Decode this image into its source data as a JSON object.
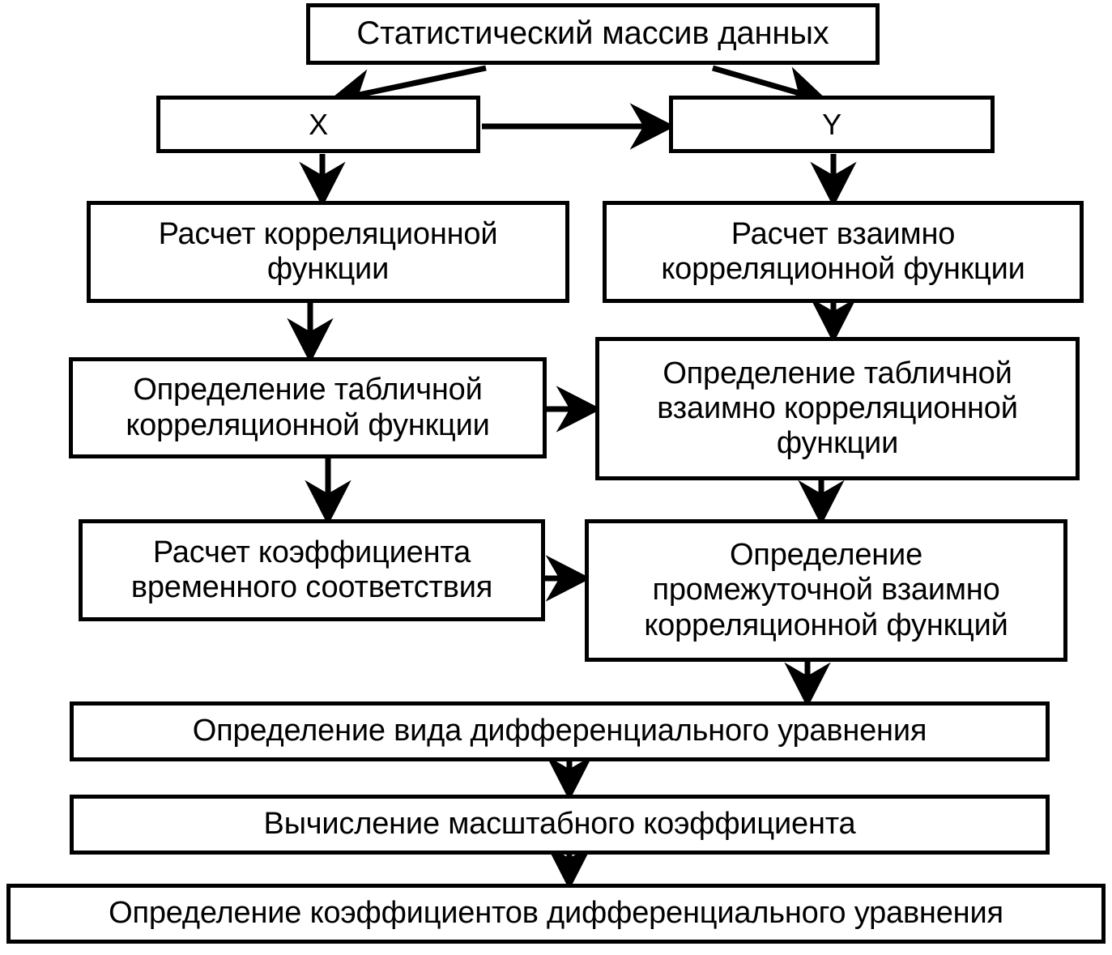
{
  "diagram": {
    "title": "Блок-схема обработки статистического массива данных",
    "language": "ru",
    "stroke_color": "#000000",
    "fill_color": "#ffffff",
    "nodes": {
      "root": "Статистический массив данных",
      "x": "X",
      "y": "Y",
      "left_1": "Расчет корреляционной\nфункции",
      "right_1": "Расчет взаимно\nкорреляционной функции",
      "left_2": "Определение табличной\nкорреляционной функции",
      "right_2": "Определение табличной\nвзаимно  корреляционной\nфункции",
      "left_3": "Расчет коэффициента\nвременного соответствия",
      "right_3": "Определение\nпромежуточной взаимно\nкорреляционной функций",
      "wide_1": "Определение вида дифференциального уравнения",
      "wide_2": "Вычисление масштабного коэффициента",
      "wide_3": "Определение коэффициентов дифференциального уравнения"
    },
    "edges": [
      {
        "from": "root",
        "to": "x",
        "style": "diagonal-arrow"
      },
      {
        "from": "root",
        "to": "y",
        "style": "diagonal-arrow"
      },
      {
        "from": "x",
        "to": "y",
        "style": "horizontal-arrow"
      },
      {
        "from": "x",
        "to": "left_1",
        "style": "vertical-arrow"
      },
      {
        "from": "y",
        "to": "right_1",
        "style": "vertical-arrow"
      },
      {
        "from": "left_1",
        "to": "left_2",
        "style": "vertical-arrow"
      },
      {
        "from": "right_1",
        "to": "right_2",
        "style": "vertical-arrow"
      },
      {
        "from": "left_2",
        "to": "right_2",
        "style": "horizontal-arrow"
      },
      {
        "from": "left_2",
        "to": "left_3",
        "style": "vertical-arrow"
      },
      {
        "from": "right_2",
        "to": "right_3",
        "style": "vertical-arrow"
      },
      {
        "from": "left_3",
        "to": "right_3",
        "style": "horizontal-arrow"
      },
      {
        "from": "right_3",
        "to": "wide_1",
        "style": "vertical-arrow"
      },
      {
        "from": "wide_1",
        "to": "wide_2",
        "style": "vertical-arrow"
      },
      {
        "from": "wide_2",
        "to": "wide_3",
        "style": "vertical-arrow"
      }
    ]
  }
}
